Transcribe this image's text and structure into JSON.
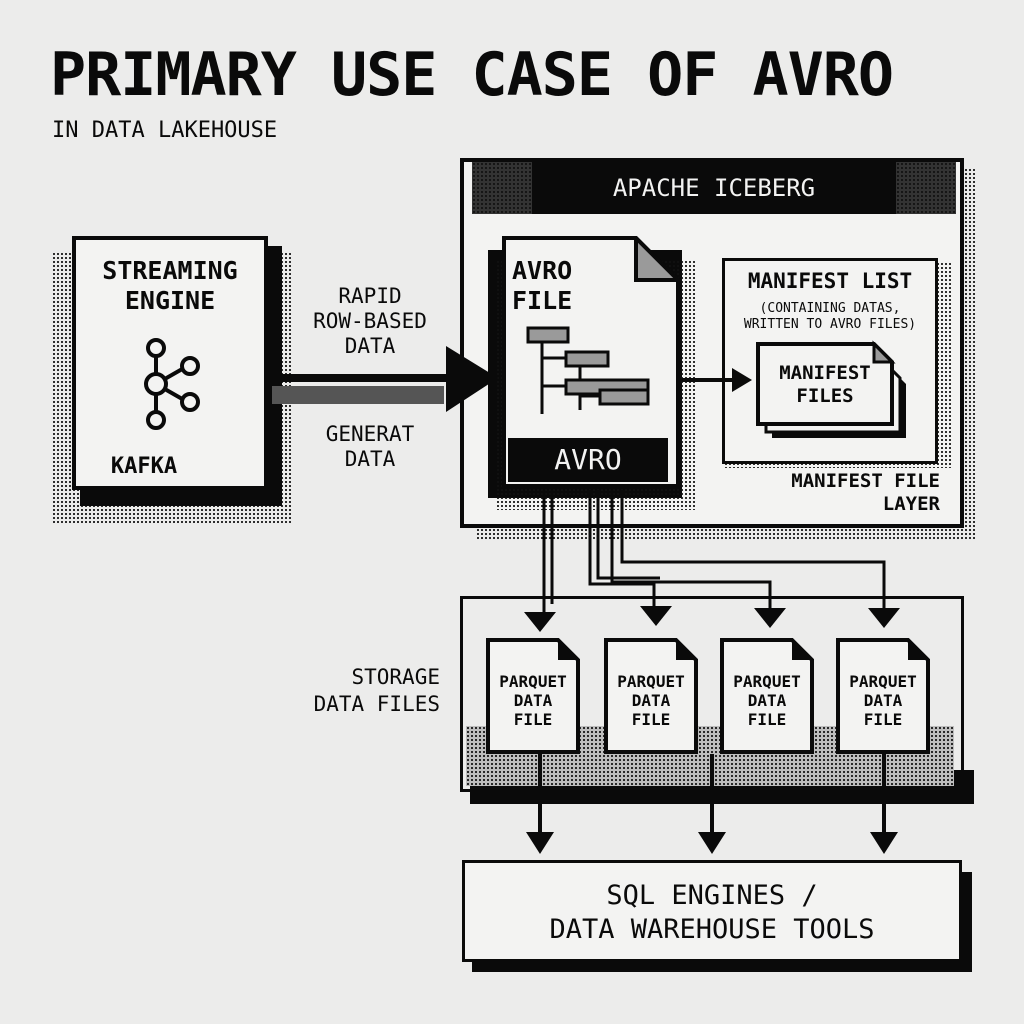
{
  "header": {
    "title": "PRIMARY USE CASE OF AVRO",
    "subtitle": "IN DATA LAKEHOUSE"
  },
  "streaming_engine": {
    "title_line1": "STREAMING",
    "title_line2": "ENGINE",
    "icon": "kafka-logo-icon",
    "product": "KAFKA"
  },
  "arrow_labels": {
    "top_line1": "RAPID",
    "top_line2": "ROW-BASED",
    "top_line3": "DATA",
    "bottom_line1": "GENERAT",
    "bottom_line2": "DATA"
  },
  "iceberg": {
    "header": "APACHE ICEBERG",
    "avro_file": {
      "label_line1": "AVRO",
      "label_line2": "FILE",
      "badge": "AVRO",
      "icon": "schema-tree-icon"
    },
    "manifest_list": {
      "title": "MANIFEST LIST",
      "note_line1": "(CONTAINING DATAS,",
      "note_line2": "WRITTEN TO AVRO FILES)",
      "files_line1": "MANIFEST",
      "files_line2": "FILES"
    },
    "layer_label_line1": "MANIFEST FILE",
    "layer_label_line2": "LAYER"
  },
  "storage": {
    "label_line1": "STORAGE",
    "label_line2": "DATA FILES",
    "files": [
      {
        "line1": "PARQUET",
        "line2": "DATA",
        "line3": "FILE"
      },
      {
        "line1": "PARQUET",
        "line2": "DATA",
        "line3": "FILE"
      },
      {
        "line1": "PARQUET",
        "line2": "DATA",
        "line3": "FILE"
      },
      {
        "line1": "PARQUET",
        "line2": "DATA",
        "line3": "FILE"
      }
    ]
  },
  "sql_engines": {
    "line1": "SQL ENGINES /",
    "line2": "DATA WAREHOUSE TOOLS"
  }
}
